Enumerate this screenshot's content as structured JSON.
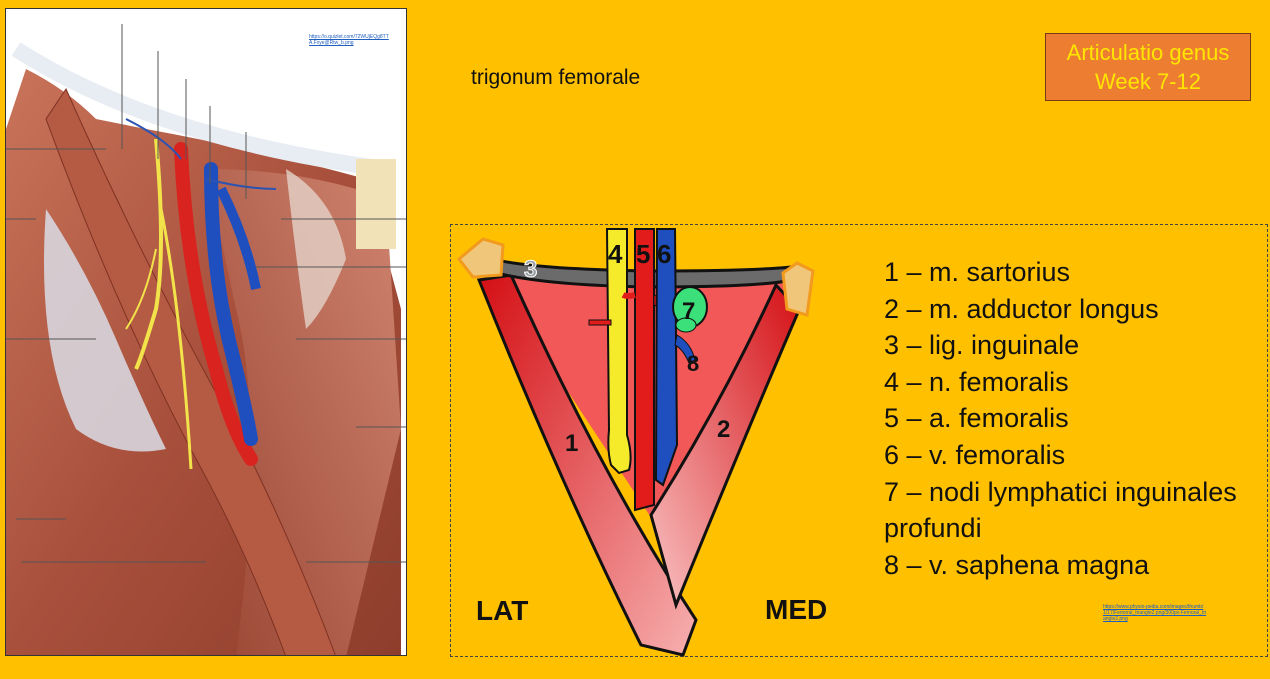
{
  "slide": {
    "subtitle": "trigonum femorale",
    "badge_line1": "Articulatio genus",
    "badge_line2": "Week 7-12"
  },
  "left_image": {
    "source_link": "https://o.quizlet.com/72WUjEQg8TTA.Fxye@Rtw_b.png"
  },
  "diagram": {
    "numbers": [
      "1",
      "2",
      "3",
      "4",
      "5",
      "6",
      "7",
      "8"
    ],
    "lat_label": "LAT",
    "med_label": "MED",
    "source_link": "https://www.physio-pedia.com/images/thumb/1/17/Femoral_triangle2.png/300px-Femoral_triangle2.png"
  },
  "legend": {
    "items": [
      "1 – m. sartorius",
      "2 – m. adductor longus",
      "3 – lig. inguinale",
      "4 – n. femoralis",
      "5 – a. femoralis",
      "6 – v. femoralis",
      "7 – nodi lymphatici inguinales profundi",
      "8 – v. saphena magna"
    ]
  },
  "colors": {
    "background": "#FFC000",
    "badge": "#ED7D31",
    "badge_text": "#FFE600",
    "artery": "#E21B1B",
    "vein": "#1F4FBF",
    "nerve": "#F5EB2A",
    "lymph": "#3CE07A"
  }
}
